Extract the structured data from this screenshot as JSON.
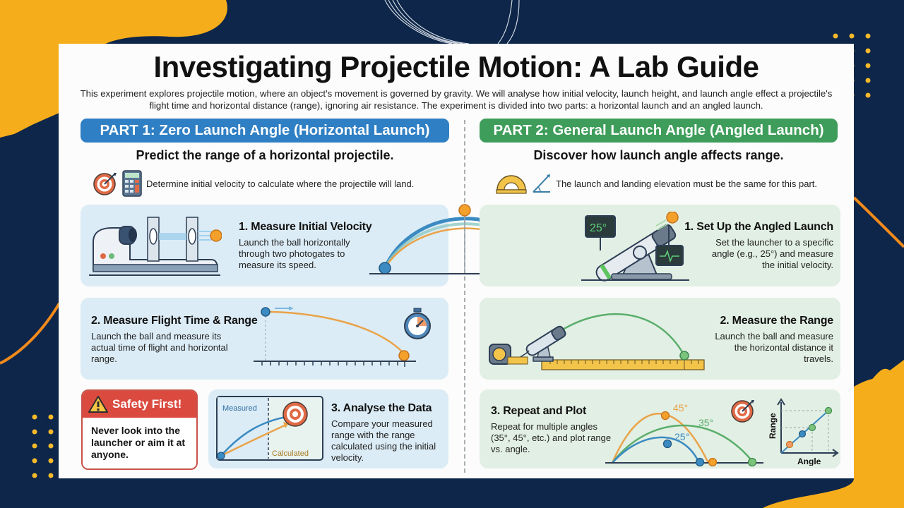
{
  "title": "Investigating Projectile Motion: A Lab Guide",
  "intro": "This experiment explores projectile motion, where an object's movement is governed by gravity. We will analyse how initial velocity, launch height, and launch angle effect a projectile's flight time and horizontal distance (range), ignoring air resistance. The experiment is divided into two parts: a horizontal launch and an angled launch.",
  "colors": {
    "background_navy": "#0d2649",
    "accent_yellow": "#f6ad1b",
    "accent_orange": "#f28a1c",
    "part1_blue": "#2f7fc4",
    "part2_green": "#3e9d5a",
    "safety_red": "#db4a3f",
    "card_blue": "#dcecf6",
    "card_green": "#e2efe4"
  },
  "part1": {
    "heading": "PART 1: Zero Launch Angle (Horizontal Launch)",
    "subheading": "Predict the range of a horizontal projectile.",
    "note": "Determine initial velocity to calculate where the projectile will land.",
    "note_icons": [
      "target-icon",
      "calculator-icon"
    ],
    "steps": [
      {
        "title": "1. Measure Initial Velocity",
        "body": "Launch the ball horizontally through two photogates to measure its speed."
      },
      {
        "title": "2. Measure Flight Time & Range",
        "body": "Launch the ball and measure its actual time of flight and horizontal range."
      },
      {
        "title": "3. Analyse the Data",
        "body": "Compare your measured range with the range calculated using the initial velocity.",
        "diagram_labels": {
          "measured": "Measured",
          "calculated": "Calculated"
        }
      }
    ],
    "safety": {
      "heading": "Safety First!",
      "body": "Never look into the launcher or aim it at anyone."
    }
  },
  "part2": {
    "heading": "PART 2: General Launch Angle (Angled Launch)",
    "subheading": "Discover how launch angle affects range.",
    "note": "The launch and landing elevation must be the same for this part.",
    "note_icons": [
      "protractor-icon",
      "angle-icon"
    ],
    "steps": [
      {
        "title": "1. Set Up the Angled Launch",
        "body": "Set the launcher to a specific angle (e.g., 25°) and measure the initial velocity.",
        "display_value": "25°"
      },
      {
        "title": "2. Measure the Range",
        "body": "Launch the ball and measure the horizontal distance it travels."
      },
      {
        "title": "3. Repeat and Plot",
        "body": "Repeat for multiple angles (35°, 45°, etc.) and plot range vs. angle.",
        "trajectory_labels": [
          "45°",
          "35°",
          "25°"
        ],
        "plot": {
          "xlabel": "Angle",
          "ylabel": "Range"
        }
      }
    ]
  }
}
